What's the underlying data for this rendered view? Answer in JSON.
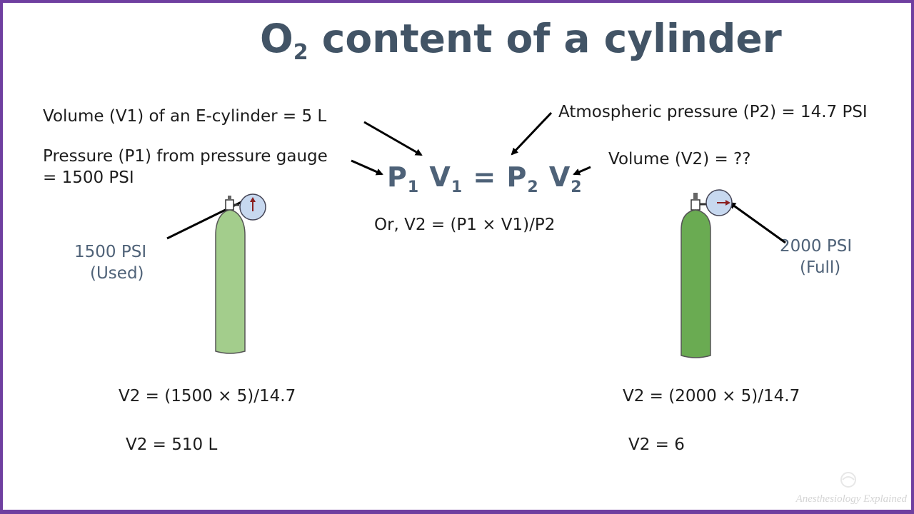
{
  "title": {
    "prefix": "O",
    "sub": "2",
    "rest": " content of a cylinder"
  },
  "labels": {
    "v1": "Volume (V1) of an E-cylinder = 5 L",
    "p1_line1": "Pressure (P1) from  pressure gauge",
    "p1_line2": "= 1500 PSI",
    "p2": "Atmospheric pressure (P2) = 14.7 PSI",
    "v2": "Volume (V2) = ??",
    "alt_formula": "Or,  V2 = (P1 × V1)/P2"
  },
  "formula": {
    "p1": "P",
    "p1_sub": "1",
    "v1": "V",
    "v1_sub": "1",
    "eq": " = ",
    "p2": "P",
    "p2_sub": "2",
    "v2": "V",
    "v2_sub": "2"
  },
  "left_cylinder": {
    "pressure": "1500 PSI",
    "state": "(Used)",
    "calc": "V2 = (1500 × 5)/14.7",
    "result": "V2 = 510 L"
  },
  "right_cylinder": {
    "pressure": "2000 PSI",
    "state": "(Full)",
    "calc": "V2 = (2000 × 5)/14.7",
    "result": "V2 = 6"
  },
  "watermark": "Anesthesiology Explained",
  "colors": {
    "border": "#6f3fa0",
    "title": "#425466",
    "formula": "#4e6278",
    "cylinder_used": "#a3cd8c",
    "cylinder_full": "#6aab52",
    "gauge": "#c7d8ef",
    "needle": "#8a1f1f"
  },
  "icons": [
    "left-cylinder-icon",
    "right-cylinder-icon",
    "pressure-gauge-icon",
    "arrow-icon"
  ]
}
